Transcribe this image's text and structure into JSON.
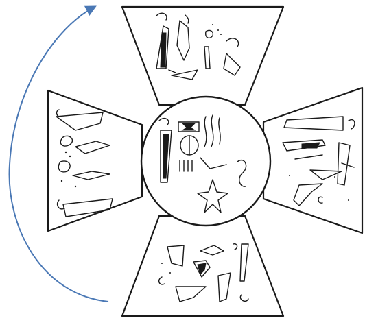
{
  "figure": {
    "colors": {
      "ink": "#1a1a1a",
      "arrow": "#4a78b5",
      "background": "#ffffff"
    },
    "parts": [
      "center-seal",
      "top-panel",
      "right-panel",
      "bottom-panel",
      "left-panel",
      "rotation-arrow"
    ]
  }
}
